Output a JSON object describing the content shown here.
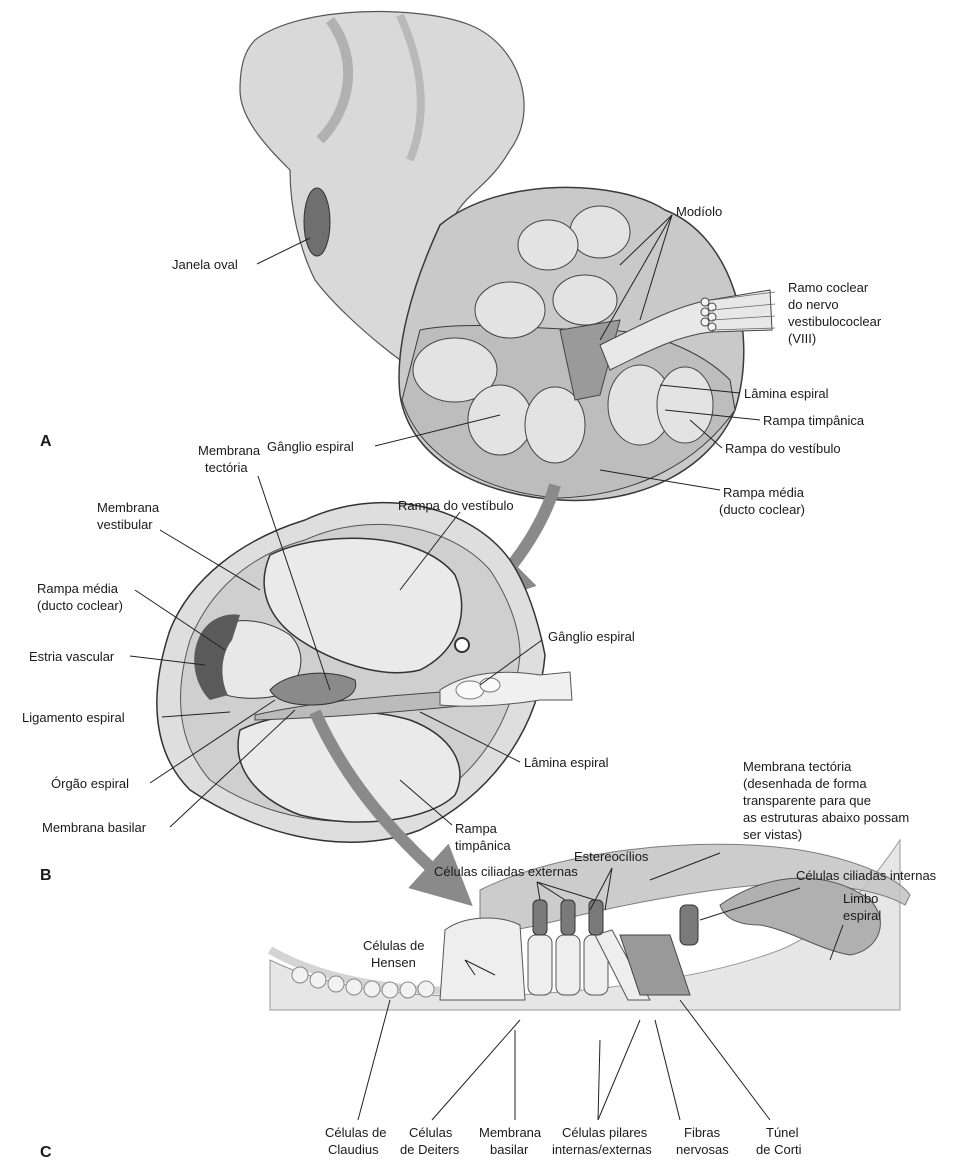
{
  "panels": {
    "a": "A",
    "b": "B",
    "c": "C"
  },
  "colors": {
    "ink": "#1a1a1a",
    "tissue_light": "#e4e4e4",
    "tissue_mid": "#bdbdbd",
    "tissue_dark": "#6d6d6d",
    "fluid": "#dcdcdc"
  },
  "labels_a": {
    "janela_oval": "Janela oval",
    "modiolo": "Modíolo",
    "ramo_coclear": [
      "Ramo coclear",
      "do nervo",
      "vestibulococlear",
      "(VIII)"
    ],
    "lamina_espiral": "Lâmina espiral",
    "rampa_timpanica": "Rampa timpânica",
    "rampa_vestibulo": "Rampa do vestíbulo",
    "ganglio_espiral": "Gânglio espiral",
    "rampa_media": [
      "Rampa média",
      "(ducto coclear)"
    ]
  },
  "labels_b": {
    "membrana_tectoria": [
      "Membrana",
      "tectória"
    ],
    "rampa_vestibulo": "Rampa do vestíbulo",
    "membrana_vestibular": [
      "Membrana",
      "vestibular"
    ],
    "rampa_media": [
      "Rampa média",
      "(ducto coclear)"
    ],
    "estria_vascular": "Estria vascular",
    "ganglio_espiral": "Gânglio espiral",
    "ligamento_espiral": "Ligamento espiral",
    "lamina_espiral": "Lâmina espiral",
    "orgao_espiral": "Órgão espiral",
    "membrana_basilar": "Membrana basilar",
    "rampa_timpanica": [
      "Rampa",
      "timpânica"
    ]
  },
  "labels_c": {
    "membrana_tectoria": [
      "Membrana tectória",
      "(desenhada de forma",
      "transparente para que",
      "as estruturas abaixo possam",
      "ser vistas)"
    ],
    "estereocilios": "Estereocílios",
    "celulas_ciliadas_externas": "Células ciliadas externas",
    "celulas_ciliadas_internas": "Células ciliadas internas",
    "limbo_espiral": [
      "Limbo",
      "espiral"
    ],
    "celulas_hensen": [
      "Células de",
      "Hensen"
    ],
    "celulas_claudius": [
      "Células de",
      "Claudius"
    ],
    "celulas_deiters": [
      "Células",
      "de Deiters"
    ],
    "membrana_basilar": [
      "Membrana",
      "basilar"
    ],
    "celulas_pilares": [
      "Células pilares",
      "internas/externas"
    ],
    "fibras_nervosas": [
      "Fibras",
      "nervosas"
    ],
    "tunel_corti": [
      "Túnel",
      "de Corti"
    ]
  }
}
